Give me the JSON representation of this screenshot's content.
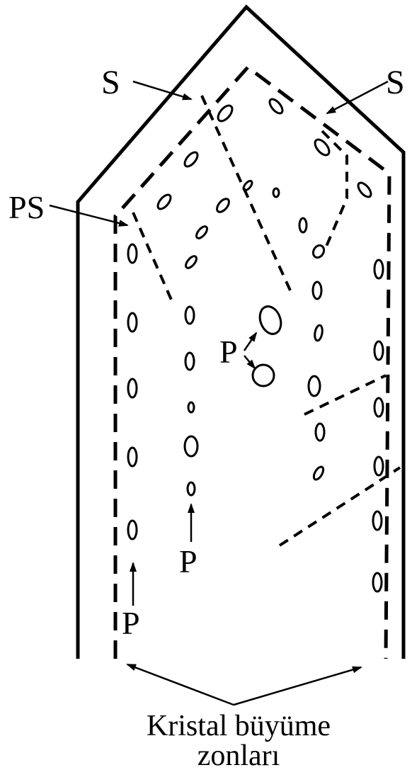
{
  "labels": {
    "s_left": "S",
    "s_right": "S",
    "ps": "PS",
    "p_center": "P",
    "p_left": "P",
    "p_middle": "P",
    "caption_line1": "Kristal büyüme",
    "caption_line2": "zonları"
  }
}
